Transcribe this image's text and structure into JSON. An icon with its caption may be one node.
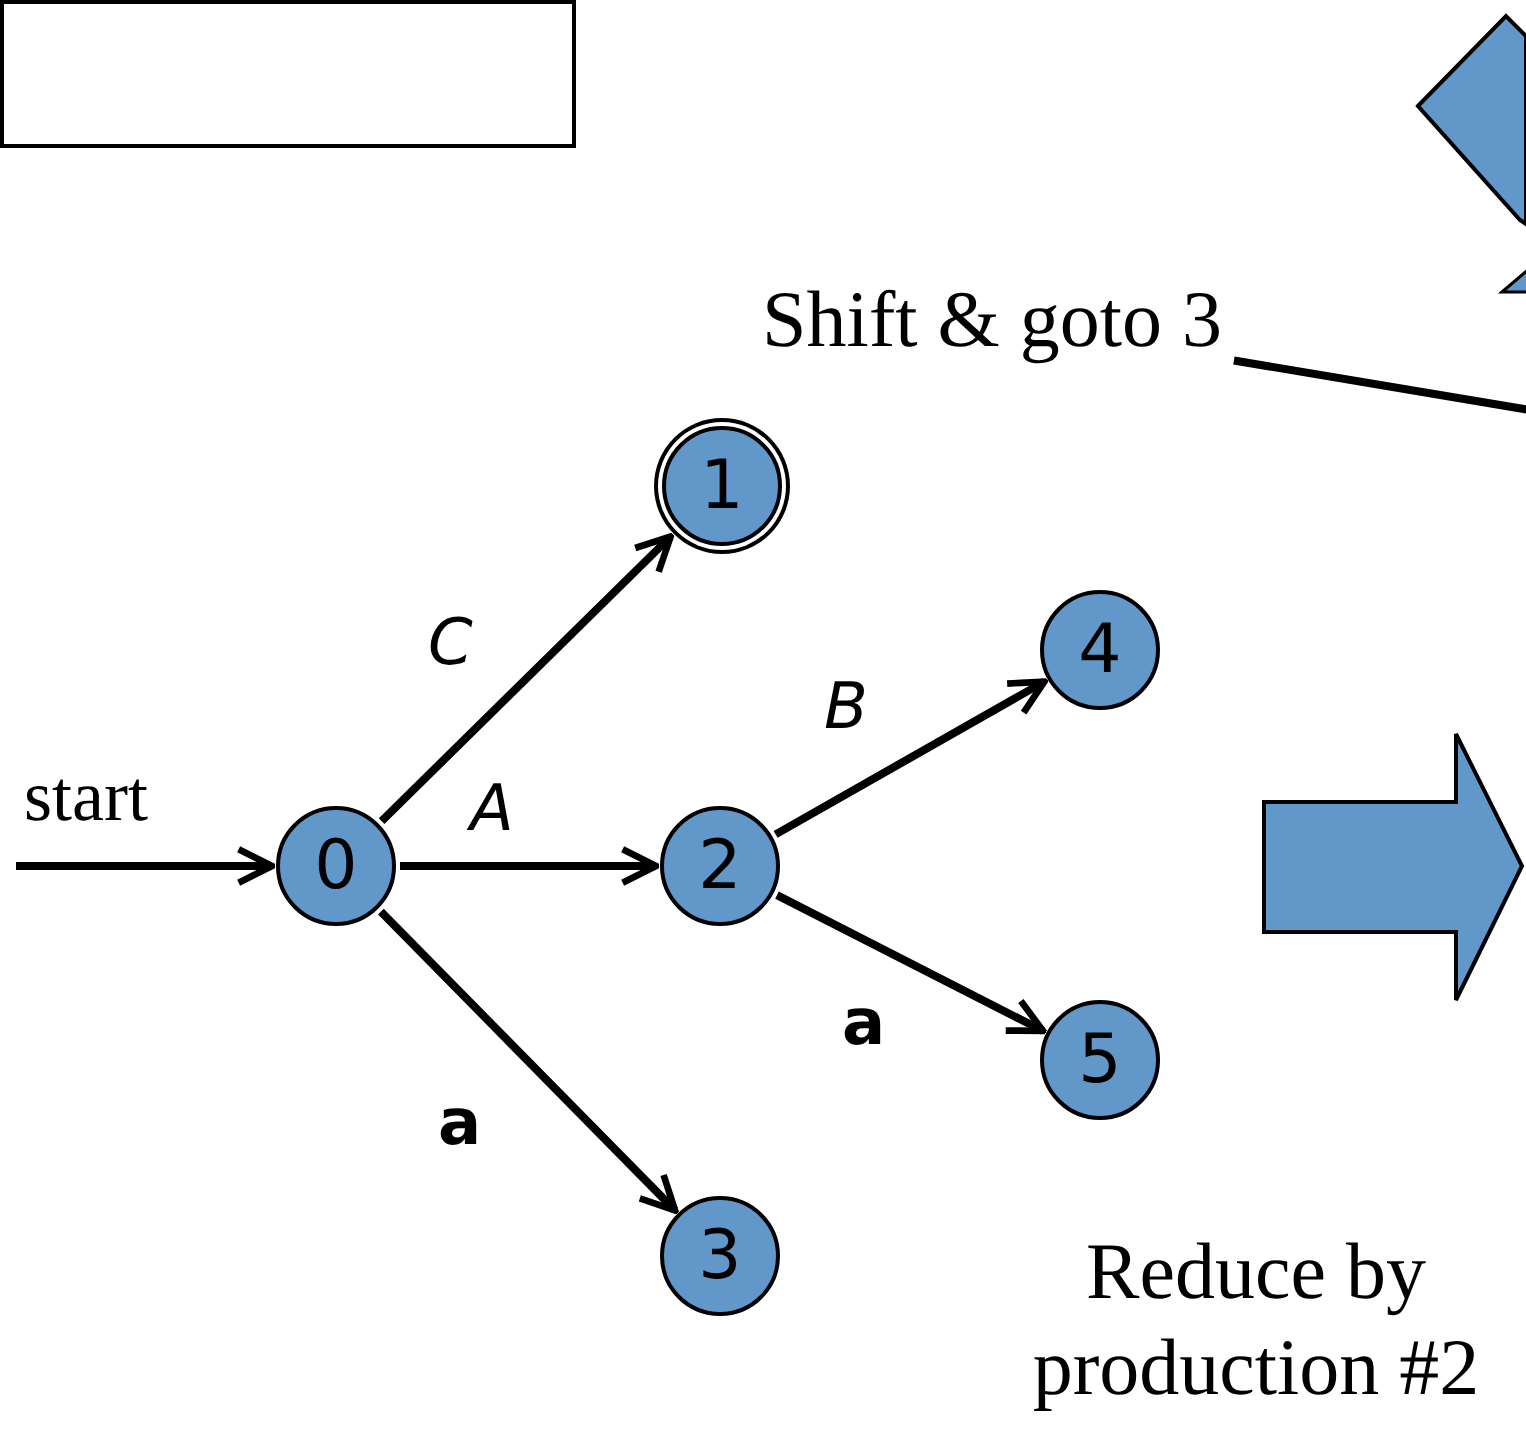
{
  "diagram": {
    "nodes": [
      {
        "text": [
          "0"
        ]
      },
      {
        "text": [
          "1"
        ]
      },
      {
        "text": [
          "2"
        ]
      },
      {
        "text": [
          "3"
        ]
      },
      {
        "text": [
          "4"
        ]
      },
      {
        "text": [
          "5"
        ]
      },
      {
        "text": [
          "Shift & goto 3"
        ]
      },
      {
        "text": [],
        "shape": "box"
      },
      {
        "text": [],
        "shape": "diamond"
      }
    ],
    "edges": [
      {
        "from": null,
        "to": 0,
        "arrow": "to",
        "label": "start"
      },
      {
        "from": 0,
        "to": 1,
        "arrow": "to",
        "label": "C"
      },
      {
        "from": 0,
        "to": 2,
        "arrow": "to",
        "label": "A"
      },
      {
        "from": 0,
        "to": 3,
        "arrow": "to",
        "label": "a"
      },
      {
        "from": 2,
        "to": 4,
        "arrow": "to",
        "label": "B"
      },
      {
        "from": 2,
        "to": 5,
        "arrow": "to",
        "label": "a"
      },
      {
        "from": 6,
        "to": null,
        "arrow": "none"
      }
    ],
    "labels": [
      "Reduce by production #2"
    ]
  }
}
